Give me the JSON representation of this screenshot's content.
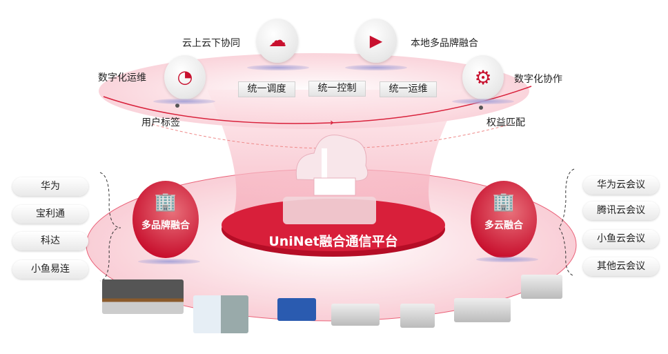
{
  "top_features": {
    "cloud_sync": "云上云下协同",
    "local_multibrand": "本地多品牌融合",
    "digital_ops": "数字化运维",
    "digital_collab": "数字化协作",
    "user_tags": "用户标签",
    "rights_match": "权益匹配"
  },
  "unified_boxes": [
    "统一调度",
    "统一控制",
    "统一运维"
  ],
  "platform": {
    "title": "UniNet融合通信平台"
  },
  "left_group": {
    "title": "多品牌融合",
    "items": [
      "华为",
      "宝利通",
      "科达",
      "小鱼易连"
    ]
  },
  "right_group": {
    "title": "多云融合",
    "items": [
      "华为云会议",
      "腾讯云会议",
      "小鱼云会议",
      "其他云会议"
    ]
  },
  "colors": {
    "accent": "#c8102e",
    "pink": "#f8c8d0"
  }
}
